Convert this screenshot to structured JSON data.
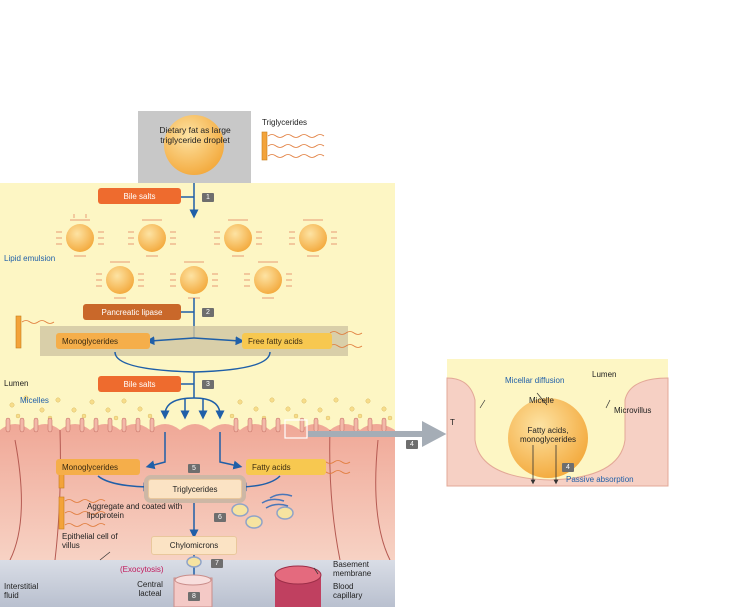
{
  "top": {
    "droplet_label": "Dietary fat as large triglyceride droplet",
    "triglycerides_legend": "Triglycerides"
  },
  "steps": [
    "1",
    "2",
    "3",
    "4",
    "5",
    "6",
    "7",
    "8",
    "4"
  ],
  "lumen_panel": {
    "bile_salts_1": "Bile salts",
    "lipid_emulsion": "Lipid emulsion",
    "pancreatic_lipase": "Pancreatic lipase",
    "monoglycerides": "Monoglycerides",
    "free_fatty_acids": "Free fatty acids",
    "lumen": "Lumen",
    "bile_salts_2": "Bile salts",
    "micelles": "Micelles"
  },
  "cell": {
    "monoglycerides": "Monoglycerides",
    "fatty_acids": "Fatty acids",
    "triglycerides": "Triglycerides",
    "aggregate": "Aggregate and coated with lipoprotein",
    "chylomicrons": "Chylomicrons",
    "exocytosis": "(Exocytosis)",
    "epithelial": "Epithelial cell of villus",
    "interstitial": "Interstitial fluid",
    "central_lacteal": "Central lacteal",
    "basement": "Basement membrane",
    "blood_capillary": "Blood capillary"
  },
  "inset": {
    "micellar_diffusion": "Micellar diffusion",
    "lumen": "Lumen",
    "micelle": "Micelle",
    "microvillus": "Microvillus",
    "t_label": "T",
    "micelle_content": "Fatty acids, monoglycerides",
    "passive_absorption": "Passive absorption"
  },
  "colors": {
    "lumen_bg": "#fdf6c4",
    "droplet": "#f6b548",
    "bile_salts": "#ee6b2e",
    "arrow": "#1f5fa8",
    "cell": "#f3b8a8",
    "step_badge": "#6e6e6e"
  }
}
